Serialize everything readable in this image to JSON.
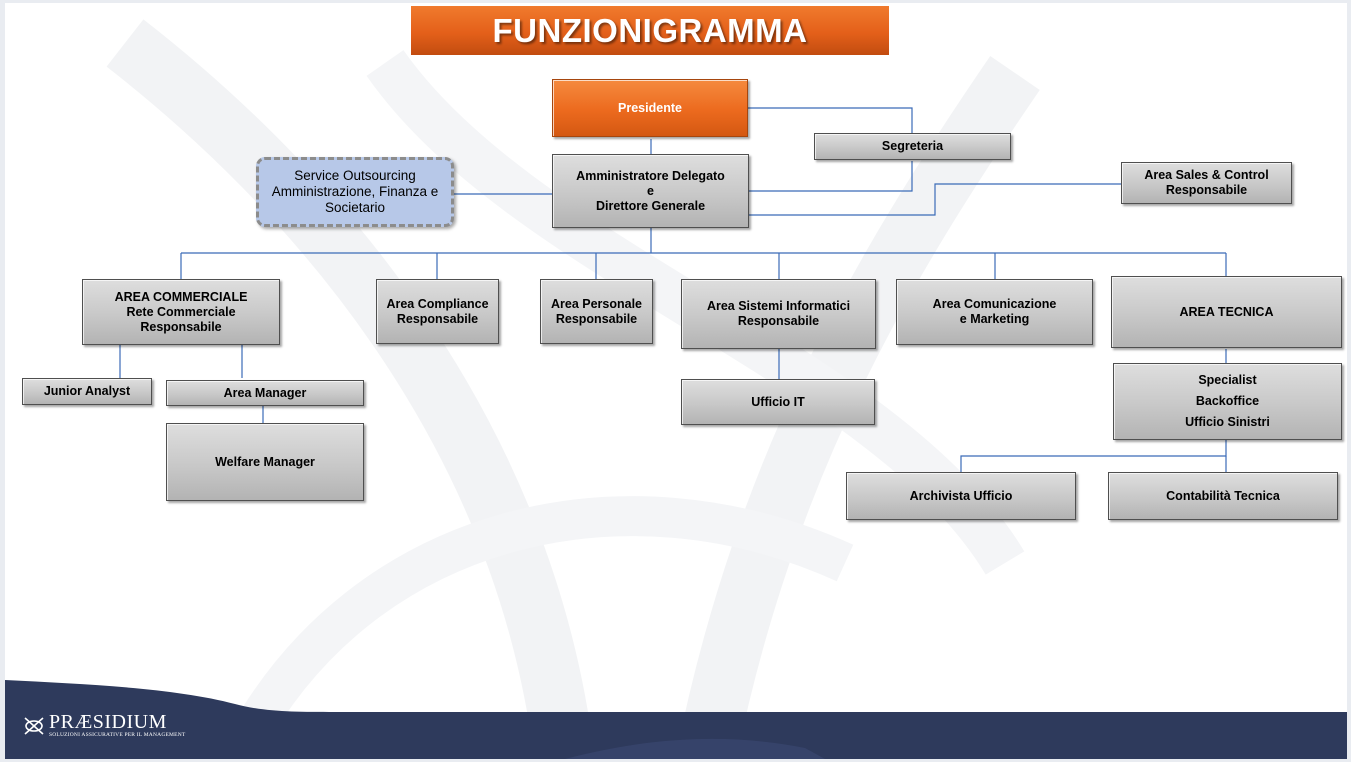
{
  "title": "FUNZIONIGRAMMA",
  "colors": {
    "accent_orange": "#ec6a1e",
    "box_gray": "#c8c8c8",
    "service_blue": "#b7c8e8",
    "connector_blue": "#3b6bb8",
    "footer_navy": "#2e3a5c"
  },
  "nodes": {
    "presidente": {
      "lines": [
        "Presidente"
      ]
    },
    "segreteria": {
      "lines": [
        "Segreteria"
      ]
    },
    "service": {
      "lines": [
        "Service Outsourcing",
        "Amministrazione, Finanza e",
        "Societario"
      ]
    },
    "ad": {
      "lines": [
        "Amministratore Delegato",
        "e",
        "Direttore Generale"
      ]
    },
    "sales": {
      "lines": [
        "Area Sales & Control",
        "Responsabile"
      ]
    },
    "commerciale": {
      "lines": [
        "AREA COMMERCIALE",
        "Rete Commerciale",
        "Responsabile"
      ]
    },
    "compliance": {
      "lines": [
        "Area Compliance",
        "Responsabile"
      ]
    },
    "personale": {
      "lines": [
        "Area Personale",
        "Responsabile"
      ]
    },
    "sistemi": {
      "lines": [
        "Area Sistemi Informatici",
        "Responsabile"
      ]
    },
    "comunicazione": {
      "lines": [
        "Area Comunicazione",
        "e Marketing"
      ]
    },
    "tecnica": {
      "lines": [
        "AREA TECNICA"
      ]
    },
    "junior": {
      "lines": [
        "Junior Analyst"
      ]
    },
    "area_manager": {
      "lines": [
        "Area Manager"
      ]
    },
    "welfare": {
      "lines": [
        "Welfare Manager"
      ]
    },
    "ufficio_it": {
      "lines": [
        "Ufficio IT"
      ]
    },
    "specialist": {
      "lines": [
        "Specialist",
        "Backoffice",
        "Ufficio Sinistri"
      ]
    },
    "archivista": {
      "lines": [
        "Archivista Ufficio"
      ]
    },
    "contabilita": {
      "lines": [
        "Contabilità Tecnica"
      ]
    }
  },
  "footer": {
    "logo_name": "PRÆSIDIUM",
    "logo_tagline": "SOLUZIONI ASSICURATIVE PER IL MANAGEMENT"
  }
}
